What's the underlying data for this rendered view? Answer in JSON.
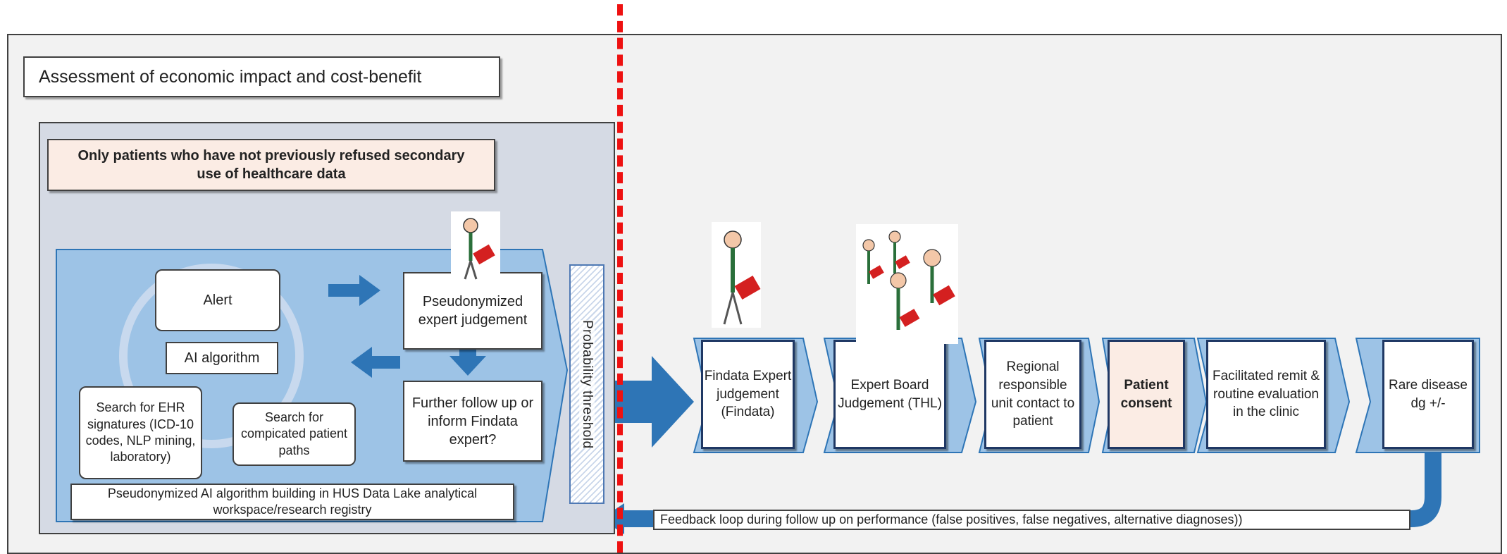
{
  "title": "Assessment of economic impact and cost-benefit",
  "consent_note": "Only patients who have not previously refused secondary use of healthcare data",
  "cycle": {
    "alert": "Alert",
    "ai_algorithm": "AI algorithm",
    "search_ehr": "Search for EHR signatures (ICD-10 codes, NLP mining, laboratory)",
    "search_paths": "Search for compicated patient paths"
  },
  "expert_judgement": "Pseudonymized expert judgement",
  "further_follow_up": "Further follow up or inform Findata expert?",
  "building_label": "Pseudonymized AI algorithm building in HUS Data Lake analytical workspace/research registry",
  "probability_threshold": "Probability threshold",
  "process_steps": [
    {
      "label": "Findata Expert judgement (Findata)",
      "highlight": false
    },
    {
      "label": "Expert Board Judgement (THL)",
      "highlight": false
    },
    {
      "label": "Regional responsible unit contact to patient",
      "highlight": false
    },
    {
      "label": "Patient consent",
      "highlight": true
    },
    {
      "label": "Facilitated remit & routine evaluation in the clinic",
      "highlight": false
    },
    {
      "label": "Rare disease dg +/-",
      "highlight": false
    }
  ],
  "feedback_loop": "Feedback loop during follow up on performance (false positives, false negatives, alternative diagnoses))",
  "colors": {
    "arrow_blue": "#2e75b6",
    "panel_blue": "#9dc3e6",
    "divider_red": "#ee1111",
    "consent_fill": "#fbece4"
  }
}
